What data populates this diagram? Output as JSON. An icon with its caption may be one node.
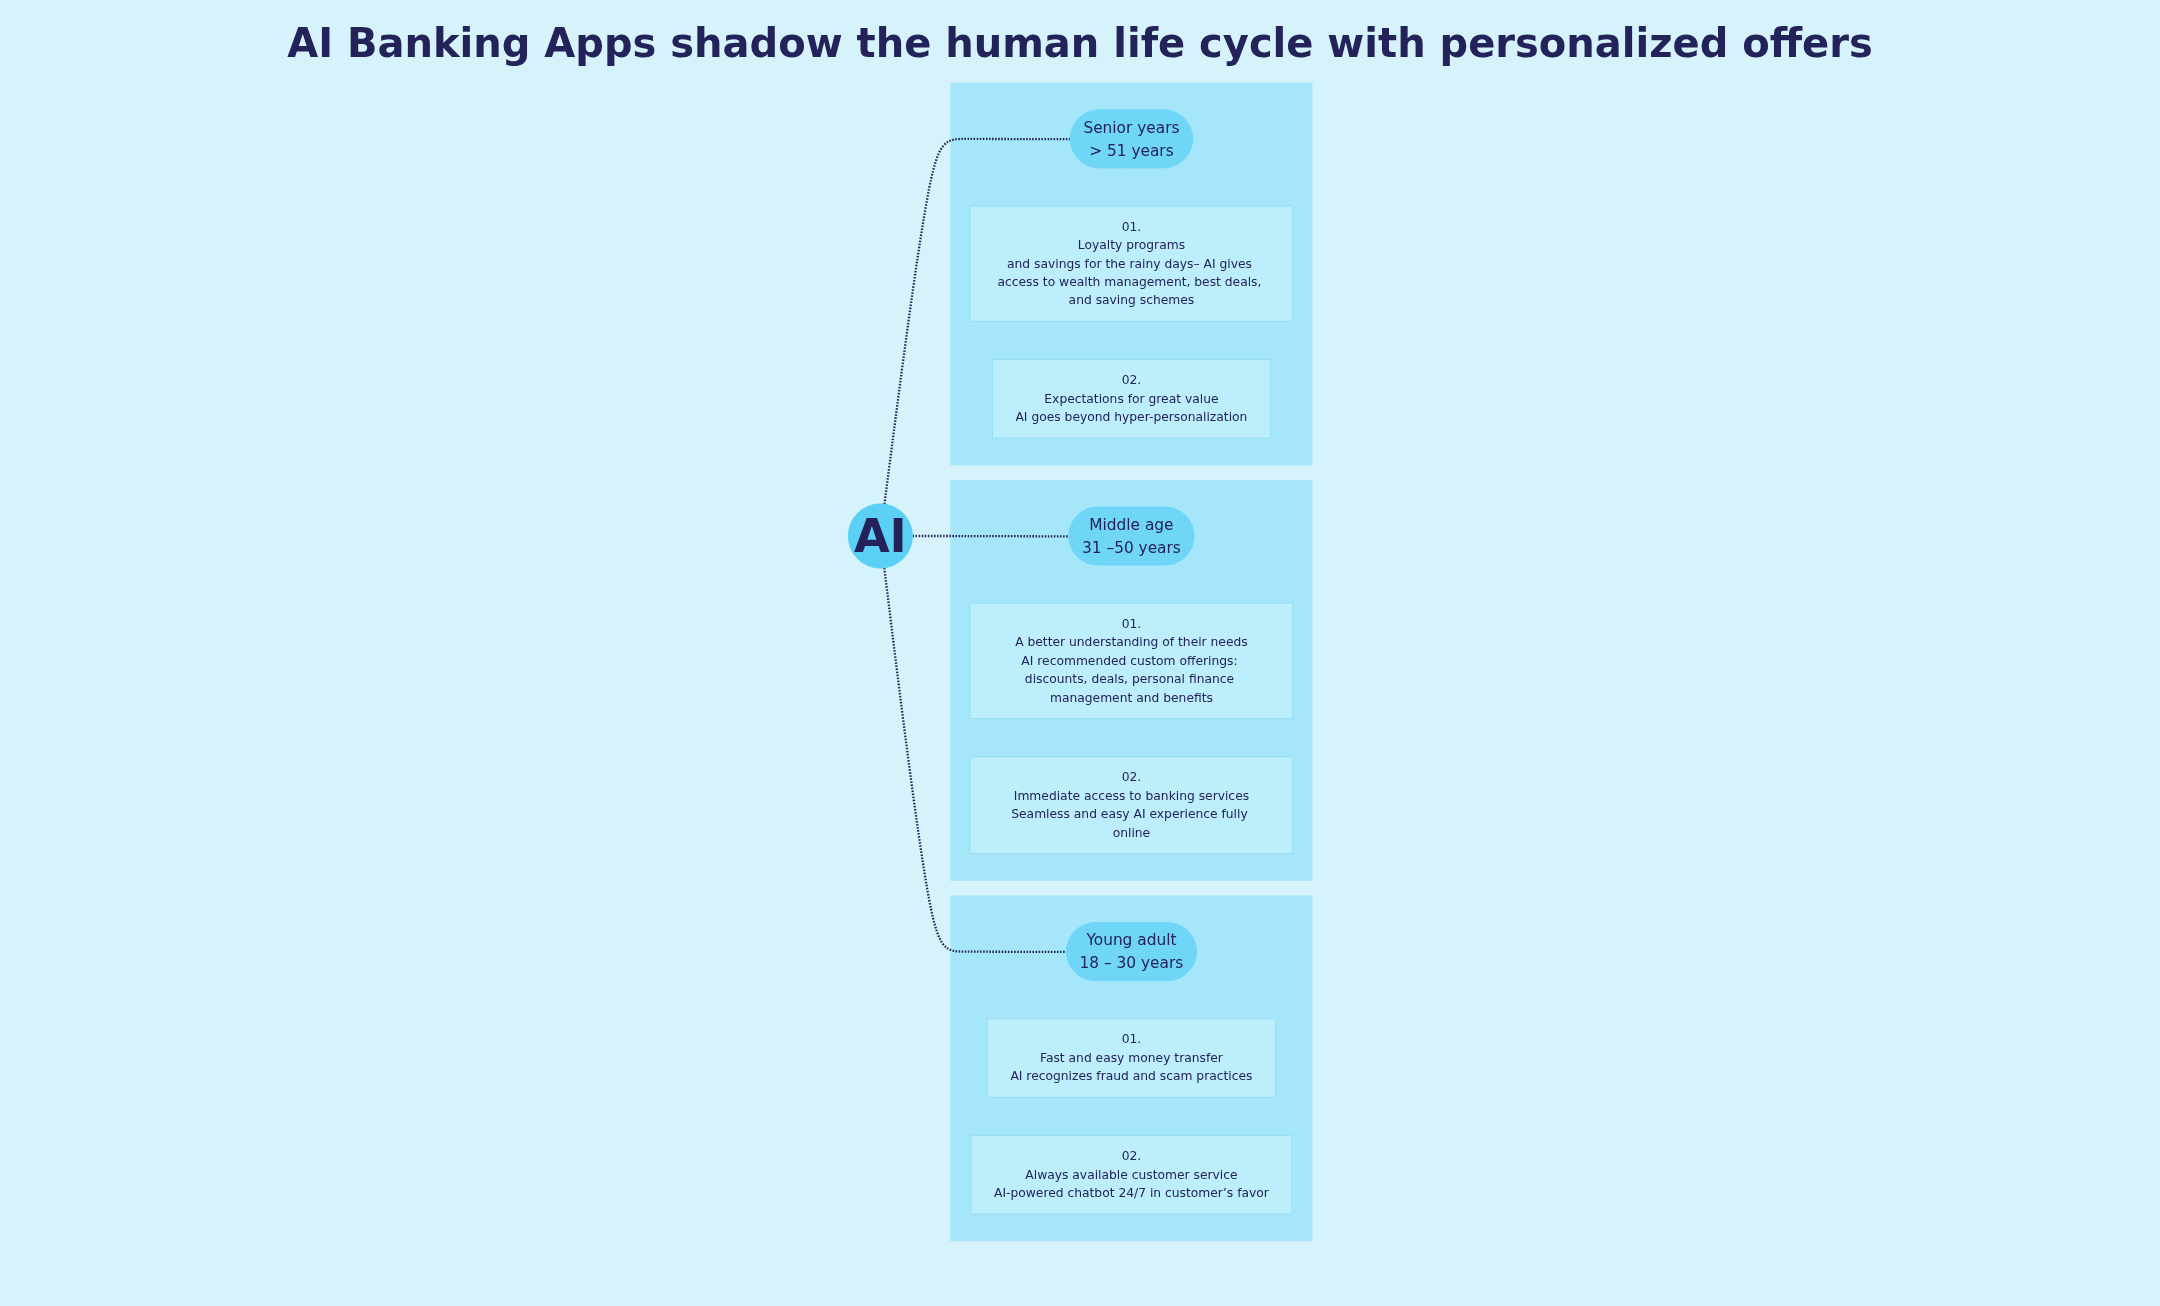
{
  "diagram": {
    "title": "AI Banking Apps shadow the human life cycle with personalized offers",
    "nodes": [
      {
        "text": [
          "AI"
        ]
      },
      {
        "text": [],
        "shape": "box"
      },
      {
        "text": [
          "Young adult",
          "18 – 30 years"
        ],
        "in": 1
      },
      {
        "text": [
          "01.",
          "Fast and easy money transfer",
          "AI recognizes fraud and scam practices"
        ],
        "in": 1
      },
      {
        "text": [
          "02.",
          "Always available customer service",
          "AI-powered chatbot 24/7 in customer’s favor"
        ],
        "in": 1
      },
      {
        "text": [],
        "shape": "box"
      },
      {
        "text": [
          "Middle age",
          "31 –50 years"
        ],
        "in": 5
      },
      {
        "text": [
          "01.",
          "A better understanding of their needs",
          "AI recommended custom offerings: discounts, deals, personal finance management and benefits"
        ],
        "in": 5
      },
      {
        "text": [
          "02.",
          "Immediate access to banking services",
          "Seamless and easy AI experience fully online"
        ],
        "in": 5
      },
      {
        "text": [],
        "shape": "box"
      },
      {
        "text": [
          "Senior years",
          "> 51 years"
        ],
        "in": 9
      },
      {
        "text": [
          "01.",
          "Loyalty programs",
          "and savings for the rainy days– AI gives access to wealth management, best deals, and saving schemes"
        ],
        "in": 9
      },
      {
        "text": [
          "02.",
          "Expectations for great value",
          "AI goes beyond hyper-personalization"
        ],
        "in": 9
      }
    ],
    "edges": [
      {
        "from": 0,
        "to": 2,
        "arrow": "none",
        "style": "dashed"
      },
      {
        "from": 0,
        "to": 6,
        "arrow": "none",
        "style": "dashed"
      },
      {
        "from": 0,
        "to": 10,
        "arrow": "none",
        "style": "dashed"
      }
    ]
  }
}
